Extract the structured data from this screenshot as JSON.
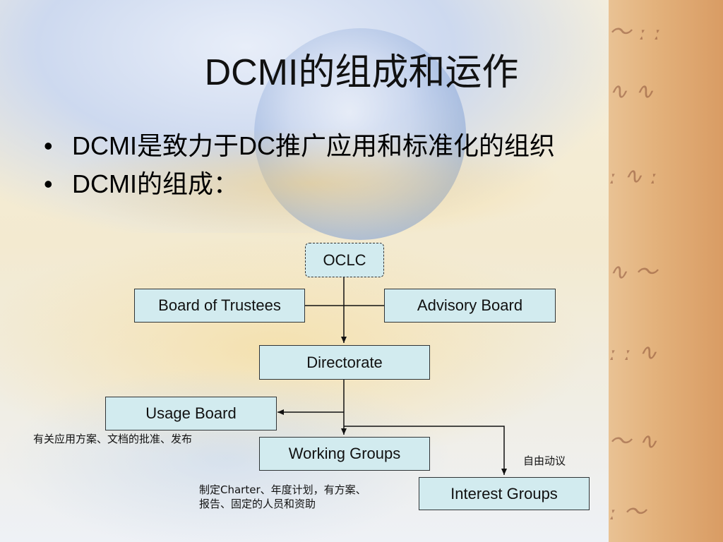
{
  "slide": {
    "title": "DCMI的组成和运作",
    "bullets": [
      {
        "marker": "•",
        "text": "DCMI是致力于DC推广应用和标准化的组织"
      },
      {
        "marker": "•",
        "text": "DCMI的组成："
      }
    ]
  },
  "diagram": {
    "nodes": {
      "oclc": "OCLC",
      "board_of_trustees": "Board of Trustees",
      "advisory_board": "Advisory Board",
      "directorate": "Directorate",
      "usage_board": "Usage Board",
      "working_groups": "Working Groups",
      "interest_groups": "Interest Groups"
    },
    "annotations": {
      "usage_board_note": "有关应用方案、文档的批准、发布",
      "working_groups_note": "制定Charter、年度计划，有方案、报告、固定的人员和资助",
      "interest_groups_note": "自由动议"
    },
    "colors": {
      "box_fill": "#d2ebef",
      "box_border": "#2f3436",
      "connector": "#111111"
    }
  }
}
